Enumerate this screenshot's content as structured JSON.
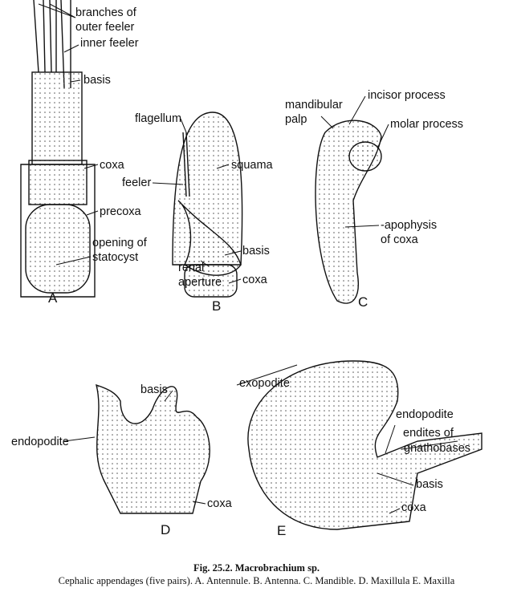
{
  "figures": {
    "A": {
      "letter": "A",
      "labels": [
        "branches of",
        "outer feeler",
        "inner feeler",
        "basis",
        "coxa",
        "precoxa",
        "opening of",
        "statocyst"
      ]
    },
    "B": {
      "letter": "B",
      "labels": [
        "flagellum",
        "feeler",
        "squama",
        "basis",
        "renal",
        "aperture",
        "coxa"
      ]
    },
    "C": {
      "letter": "C",
      "labels": [
        "mandibular",
        "palp",
        "incisor process",
        "molar process",
        "-apophysis",
        "of coxa"
      ]
    },
    "D": {
      "letter": "D",
      "labels": [
        "basis",
        "endopodite",
        "coxa"
      ]
    },
    "E": {
      "letter": "E",
      "labels": [
        "exopodite",
        "endopodite",
        "endites of",
        "gnathobases",
        "basis",
        "coxa"
      ]
    }
  },
  "caption": {
    "title": "Fig. 25.2. Macrobrachium sp.",
    "text": "Cephalic appendages (five pairs). A. Antennule. B. Antenna. C. Mandible. D. Maxillula E. Maxilla"
  }
}
